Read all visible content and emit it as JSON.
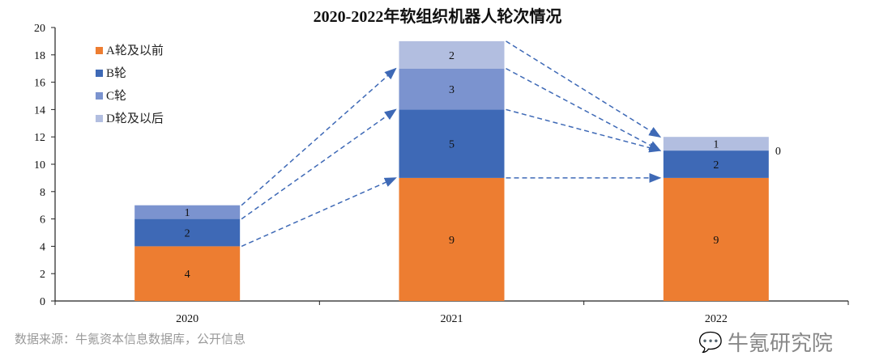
{
  "chart_data": {
    "type": "bar",
    "stacked": true,
    "title": "2020-2022年软组织机器人轮次情况",
    "categories": [
      "2020",
      "2021",
      "2022"
    ],
    "series": [
      {
        "name": "A轮及以前",
        "values": [
          4,
          9,
          9
        ],
        "color": "#ED7D31",
        "labels": [
          "4",
          "9",
          "9"
        ]
      },
      {
        "name": "B轮",
        "values": [
          2,
          5,
          2
        ],
        "color": "#3E69B6",
        "labels": [
          "2",
          "5",
          "2"
        ]
      },
      {
        "name": "C轮",
        "values": [
          1,
          3,
          0
        ],
        "color": "#7B93CF",
        "labels": [
          "1",
          "3",
          "0"
        ]
      },
      {
        "name": "D轮及以后",
        "values": [
          0,
          2,
          1
        ],
        "color": "#B2BEE0",
        "labels": [
          "",
          "2",
          "1"
        ]
      }
    ],
    "ylim": [
      0,
      20
    ],
    "yticks": [
      "0",
      "2",
      "4",
      "6",
      "8",
      "10",
      "12",
      "14",
      "16",
      "18",
      "20"
    ],
    "legend_position": "top-left",
    "arrows": [
      {
        "from": [
          0,
          4
        ],
        "to": [
          1,
          9
        ]
      },
      {
        "from": [
          0,
          6
        ],
        "to": [
          1,
          14
        ]
      },
      {
        "from": [
          0,
          7
        ],
        "to": [
          1,
          17
        ]
      },
      {
        "from": [
          1,
          9
        ],
        "to": [
          2,
          9
        ]
      },
      {
        "from": [
          1,
          14
        ],
        "to": [
          2,
          11
        ]
      },
      {
        "from": [
          1,
          17
        ],
        "to": [
          2,
          11
        ]
      },
      {
        "from": [
          1,
          19
        ],
        "to": [
          2,
          12
        ]
      }
    ]
  },
  "source": "数据来源：牛氪资本信息数据库，公开信息",
  "watermark": "牛氪研究院",
  "arrow_color": "#3E69B6"
}
